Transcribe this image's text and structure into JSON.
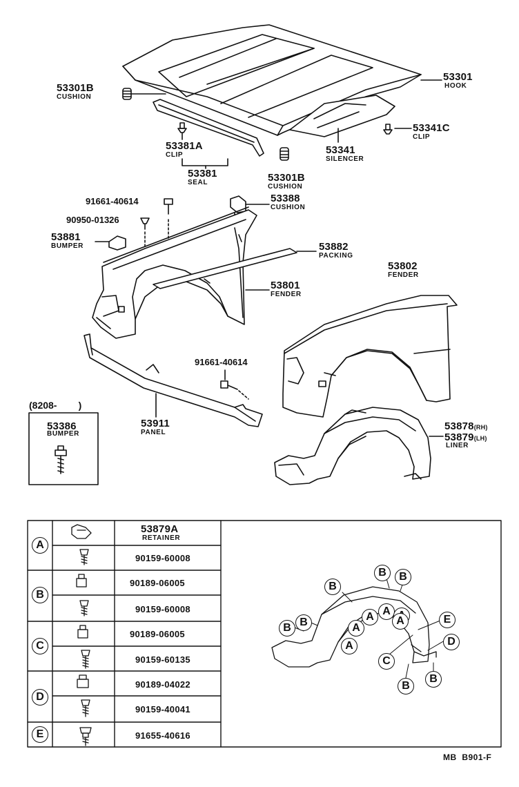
{
  "callouts": {
    "p53301": {
      "pn": "53301",
      "name": "HOOK"
    },
    "p53301b_1": {
      "pn": "53301B",
      "name": "CUSHION"
    },
    "p53381a": {
      "pn": "53381A",
      "name": "CLIP"
    },
    "p53381": {
      "pn": "53381",
      "name": "SEAL"
    },
    "p53301b_2": {
      "pn": "53301B",
      "name": "CUSHION"
    },
    "p53341": {
      "pn": "53341",
      "name": "SILENCER"
    },
    "p53341c": {
      "pn": "53341C",
      "name": "CLIP"
    },
    "p91661_1": {
      "pn": "91661-40614"
    },
    "p90950": {
      "pn": "90950-01326"
    },
    "p53388": {
      "pn": "53388",
      "name": "CUSHION"
    },
    "p53881": {
      "pn": "53881",
      "name": "BUMPER"
    },
    "p53882": {
      "pn": "53882",
      "name": "PACKING"
    },
    "p53802": {
      "pn": "53802",
      "name": "FENDER"
    },
    "p53801": {
      "pn": "53801",
      "name": "FENDER"
    },
    "p91661_2": {
      "pn": "91661-40614"
    },
    "p53911": {
      "pn": "53911",
      "name": "PANEL"
    },
    "p53878": {
      "pn": "53878",
      "suffix": "(RH)"
    },
    "p53879": {
      "pn": "53879",
      "suffix": "(LH)",
      "name": "LINER"
    }
  },
  "inset": {
    "date": "(8208-        )",
    "pn": "53386",
    "name": "BUMPER"
  },
  "table": {
    "rows": [
      {
        "group": "A",
        "pn": "53879A",
        "name": "RETAINER"
      },
      {
        "group": "A",
        "pn": "90159-60008"
      },
      {
        "group": "B",
        "pn": "90189-06005"
      },
      {
        "group": "B",
        "pn": "90159-60008"
      },
      {
        "group": "C",
        "pn": "90189-06005"
      },
      {
        "group": "C",
        "pn": "90159-60135"
      },
      {
        "group": "D",
        "pn": "90189-04022"
      },
      {
        "group": "D",
        "pn": "90159-40041"
      },
      {
        "group": "E",
        "pn": "91655-40616"
      }
    ],
    "groups": [
      "A",
      "B",
      "C",
      "D",
      "E"
    ]
  },
  "locator_letters": [
    "B",
    "B",
    "B",
    "B",
    "B",
    "A",
    "A",
    "A",
    "A",
    "A",
    "A",
    "E",
    "D",
    "C",
    "B",
    "B"
  ],
  "footer": "MB  B901-F"
}
